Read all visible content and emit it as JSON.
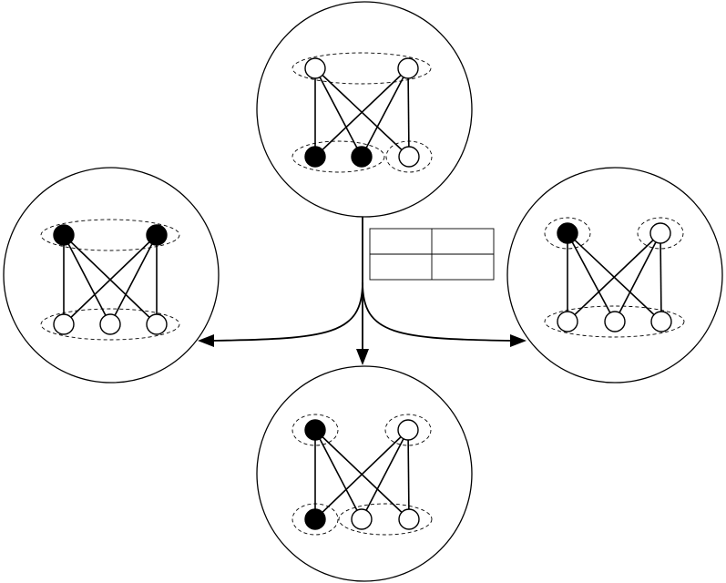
{
  "colors": {
    "filled_node": "#000000",
    "empty_node": "#ffffff",
    "stroke": "#000000",
    "background": "#ffffff"
  },
  "legend_table": {
    "rows": 2,
    "columns": 2,
    "cells": [
      [
        "",
        ""
      ],
      [
        "",
        ""
      ]
    ]
  },
  "flow": {
    "source": "state-top",
    "targets": [
      "state-left",
      "state-bottom",
      "state-right"
    ]
  },
  "states": [
    {
      "id": "state-top",
      "top_row": [
        "empty",
        "empty"
      ],
      "bottom_row": [
        "filled",
        "filled",
        "empty"
      ],
      "top_grouping": [
        [
          0,
          1
        ]
      ],
      "bottom_grouping": [
        [
          0,
          1
        ],
        [
          2
        ]
      ]
    },
    {
      "id": "state-left",
      "top_row": [
        "filled",
        "filled"
      ],
      "bottom_row": [
        "empty",
        "empty",
        "empty"
      ],
      "top_grouping": [
        [
          0,
          1
        ]
      ],
      "bottom_grouping": [
        [
          0,
          1,
          2
        ]
      ]
    },
    {
      "id": "state-right",
      "top_row": [
        "filled",
        "empty"
      ],
      "bottom_row": [
        "empty",
        "empty",
        "empty"
      ],
      "top_grouping": [
        [
          0
        ],
        [
          1
        ]
      ],
      "bottom_grouping": [
        [
          0,
          1,
          2
        ]
      ]
    },
    {
      "id": "state-bottom",
      "top_row": [
        "filled",
        "empty"
      ],
      "bottom_row": [
        "filled",
        "empty",
        "empty"
      ],
      "top_grouping": [
        [
          0
        ],
        [
          1
        ]
      ],
      "bottom_grouping": [
        [
          0
        ],
        [
          1,
          2
        ]
      ]
    }
  ]
}
